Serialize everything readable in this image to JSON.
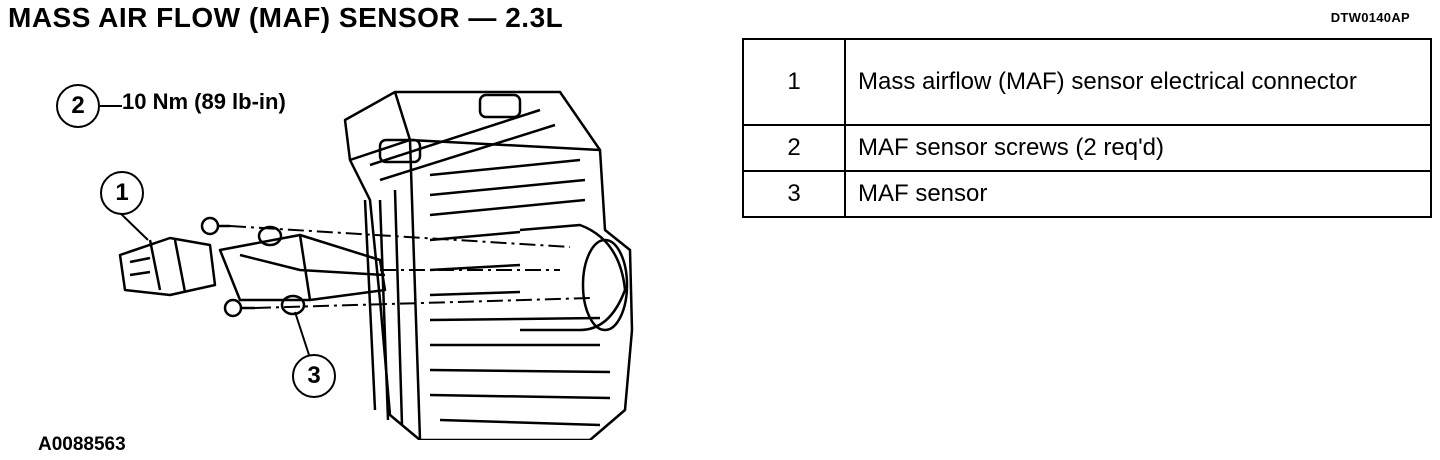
{
  "header": {
    "title": "MASS AIR FLOW (MAF) SENSOR — 2.3L",
    "figure_code": "DTW0140AP"
  },
  "illustration": {
    "reference_code": "A0088563",
    "callouts": [
      "1",
      "2",
      "3"
    ],
    "torque_spec": "10 Nm (89 lb-in)"
  },
  "legend": {
    "rows": [
      {
        "number": "1",
        "description": "Mass airflow (MAF) sensor electrical connector"
      },
      {
        "number": "2",
        "description": "MAF sensor screws (2 req'd)"
      },
      {
        "number": "3",
        "description": "MAF sensor"
      }
    ]
  }
}
